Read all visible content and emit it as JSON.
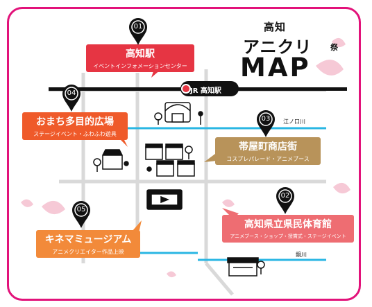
{
  "title": {
    "line1": "高知",
    "line2": "アニクリ",
    "line2_small": "祭",
    "line3": "MAP"
  },
  "station": {
    "label": "JR 高知駅"
  },
  "rivers": {
    "enokuchi": "江ノ口川",
    "kagami": "鏡川"
  },
  "venues": [
    {
      "number": "01",
      "name": "高知駅",
      "subtitle": "イベントインフォメーションセンター",
      "color": "#e63543"
    },
    {
      "number": "02",
      "name": "高知県立県民体育館",
      "subtitle": "アニメブース・ショップ・授賞式・ステージイベント",
      "color": "#ee6d72"
    },
    {
      "number": "03",
      "name": "帯屋町商店街",
      "subtitle": "コスプレパレード・アニメブース",
      "color": "#b8935a"
    },
    {
      "number": "04",
      "name": "おまち多目的広場",
      "subtitle": "ステージイベント・ふわふわ遊具",
      "color": "#ef5a2a"
    },
    {
      "number": "05",
      "name": "キネマミュージアム",
      "subtitle": "アニメクリエイター作品上映",
      "color": "#f28a3a"
    }
  ],
  "colors": {
    "frame": "#e2127a",
    "road": "#d9d9d9",
    "river": "#29b6e3",
    "rail": "#111111",
    "petal": "#f6c9d6"
  }
}
